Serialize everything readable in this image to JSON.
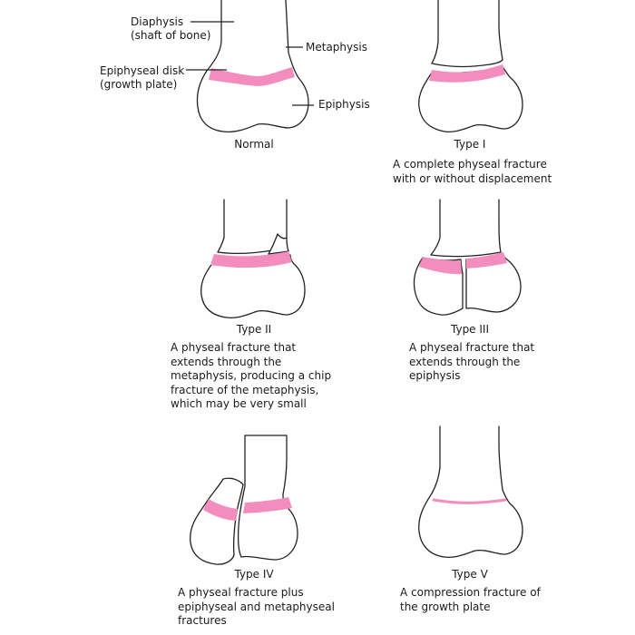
{
  "labels": {
    "diaphysis_line1": "Diaphysis",
    "diaphysis_line2": "(shaft of bone)",
    "metaphysis": "Metaphysis",
    "epiphyseal_disk_line1": "Epiphyseal disk",
    "epiphyseal_disk_line2": "(growth plate)",
    "epiphysis": "Epiphysis"
  },
  "panels": [
    {
      "id": "normal",
      "title": "Normal",
      "description": ""
    },
    {
      "id": "type1",
      "title": "Type I",
      "description": "A complete physeal fracture\nwith or without displacement"
    },
    {
      "id": "type2",
      "title": "Type II",
      "description": "A physeal fracture that\nextends through the\nmetaphysis, producing a chip\nfracture of the metaphysis,\nwhich may be very small"
    },
    {
      "id": "type3",
      "title": "Type III",
      "description": "A physeal fracture that\nextends through the\nepiphysis"
    },
    {
      "id": "type4",
      "title": "Type IV",
      "description": "A physeal fracture plus\nepiphyseal and metaphyseal\nfractures"
    },
    {
      "id": "type5",
      "title": "Type V",
      "description": "A compression fracture of\nthe growth plate"
    }
  ],
  "colors": {
    "growth_plate": "#f28dbd",
    "outline": "#222222"
  }
}
